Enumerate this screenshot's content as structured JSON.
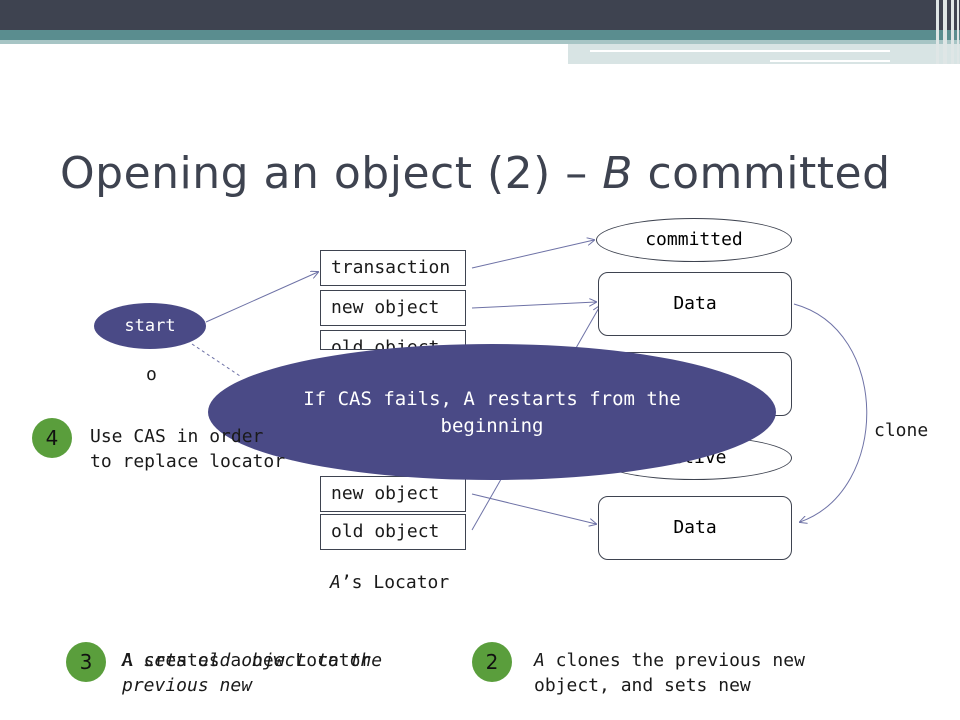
{
  "slide": {
    "title_main": "Opening an object (2) – ",
    "title_italic": "B",
    "title_end": " committed"
  },
  "diagram": {
    "start_label": "start",
    "o_label": "o",
    "locator_top": [
      "transaction",
      "new object",
      "old object"
    ],
    "locator_bottom": [
      "new object",
      "old object"
    ],
    "locator_caption_italic": "A",
    "locator_caption_rest": "’s Locator",
    "committed_label": "committed",
    "active_label": "active",
    "data_top": "Data",
    "data_bottom": "Data",
    "clone_label": "clone",
    "cas_fail_text": "If CAS fails, A restarts from the beginning"
  },
  "steps": {
    "s4_num": "4",
    "s4_text": "Use CAS in order to replace locator",
    "s3_num": "3",
    "s3_text_a": "A sets old object to the previous new",
    "s3_text_b": "A creates a new Locator",
    "s2_num": "2",
    "s2_text_italic": "A",
    "s2_text": " clones the previous new object, and sets new"
  },
  "colors": {
    "dark": "#3e4350",
    "teal": "#5a8d8f",
    "purple": "#4a4a86",
    "green_badge": "#5a9e3c",
    "arrow": "#6e72a6"
  }
}
